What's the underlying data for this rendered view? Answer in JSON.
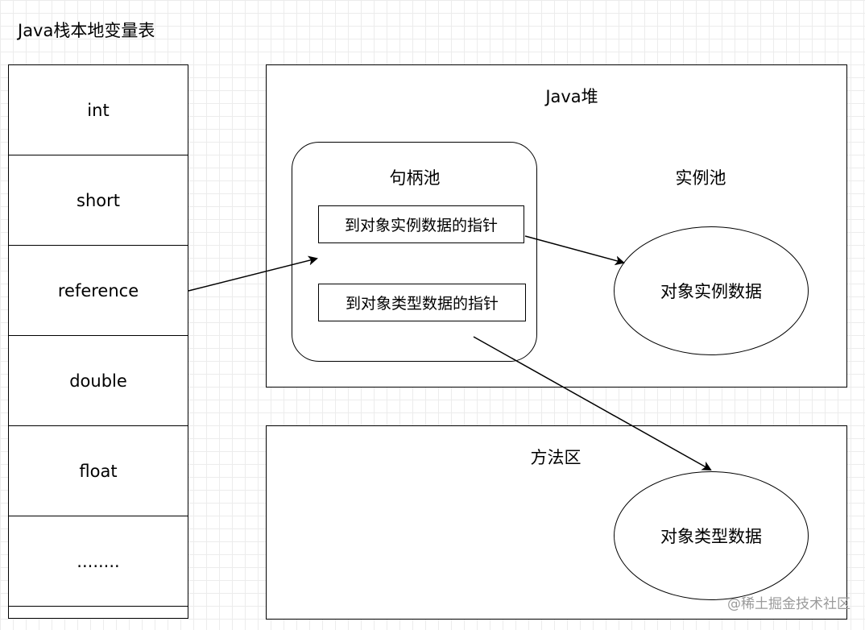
{
  "title": "Java栈本地变量表",
  "stack": {
    "cells": [
      "int",
      "short",
      "reference",
      "double",
      "float",
      "........",
      ""
    ]
  },
  "heap": {
    "label": "Java堆",
    "handle_pool": {
      "label": "句柄池",
      "instance_pointer": "到对象实例数据的指针",
      "type_pointer": "到对象类型数据的指针"
    },
    "instance_pool": {
      "label": "实例池",
      "instance_data": "对象实例数据"
    }
  },
  "method_area": {
    "label": "方法区",
    "type_data": "对象类型数据"
  },
  "watermark": "@稀土掘金技术社区",
  "arrows": [
    {
      "from": "reference",
      "to": "到对象实例数据的指针"
    },
    {
      "from": "到对象实例数据的指针",
      "to": "对象实例数据"
    },
    {
      "from": "到对象类型数据的指针",
      "to": "对象类型数据"
    }
  ],
  "colors": {
    "line": "#000000",
    "grid": "#ececec",
    "watermark": "#9a9a9a"
  }
}
